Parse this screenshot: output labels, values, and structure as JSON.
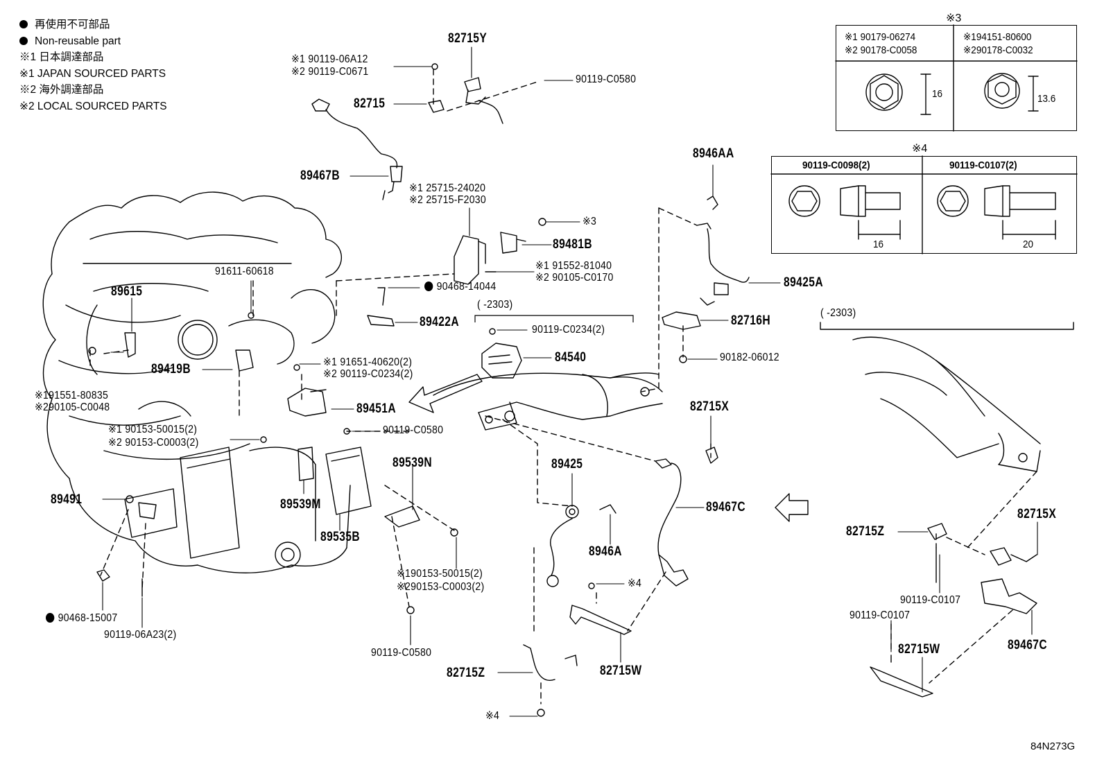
{
  "legend": {
    "non_reusable_jp": "再使用不可部品",
    "non_reusable_en": "Non-reusable part",
    "jp_sourced_jp": "※1 日本調達部品",
    "jp_sourced_en": "※1 JAPAN SOURCED PARTS",
    "local_sourced_jp": "※2 海外調達部品",
    "local_sourced_en": "※2 LOCAL SOURCED PARTS"
  },
  "ref3": {
    "title": "※3",
    "left": {
      "line1": "※1 90179-06274",
      "line2": "※2 90178-C0058",
      "dim": "16"
    },
    "right": {
      "line1": "※194151-80600",
      "line2": "※290178-C0032",
      "dim": "13.6"
    }
  },
  "ref4": {
    "title": "※4",
    "left": {
      "part": "90119-C0098(2)",
      "dim": "16"
    },
    "right": {
      "part": "90119-C0107(2)",
      "dim": "20"
    }
  },
  "dates": {
    "left": "(      -2303)",
    "right": "(      -2303)"
  },
  "labels": {
    "p82715Y": "82715Y",
    "p90119_06A12": "※1 90119-06A12",
    "p90119_C0671": "※2 90119-C0671",
    "p90119_C0580_top": "90119-C0580",
    "p82715": "82715",
    "p89467B": "89467B",
    "p25715_24020": "※1 25715-24020",
    "p25715_F2030": "※2 25715-F2030",
    "ref3_mark": "※3",
    "p89481B": "89481B",
    "p91552_81040": "※1 91552-81040",
    "p90105_C0170": "※2 90105-C0170",
    "p91611_60618": "91611-60618",
    "p90468_14044": "90468-14044",
    "p89615": "89615",
    "p89422A": "89422A",
    "p90119_C0234_2a": "90119-C0234(2)",
    "p84540": "84540",
    "p89419B": "89419B",
    "p91651_40620": "※1 91651-40620(2)",
    "p90119_C0234_2b": "※2 90119-C0234(2)",
    "p91551_80835": "※191551-80835",
    "p90105_C0048": "※290105-C0048",
    "p89451A": "89451A",
    "p90153_50015a": "※1 90153-50015(2)",
    "p90153_C0003a": "※2 90153-C0003(2)",
    "p90119_C0580_mid": "90119-C0580",
    "p89539N": "89539N",
    "p89491": "89491",
    "p89539M": "89539M",
    "p89535B": "89535B",
    "p90153_50015b": "※190153-50015(2)",
    "p90153_C0003b": "※290153-C0003(2)",
    "p90119_C0580_bot": "90119-C0580",
    "p90468_15007": "90468-15007",
    "p90119_06A23": "90119-06A23(2)",
    "p8946AA": "8946AA",
    "p89425A": "89425A",
    "p82716H": "82716H",
    "p90182_06012": "90182-06012",
    "p82715X_mid": "82715X",
    "p89425": "89425",
    "p89467C_mid": "89467C",
    "p8946A": "8946A",
    "ref4_mark_a": "※4",
    "p82715W_mid": "82715W",
    "p82715Z_bot": "82715Z",
    "ref4_mark_b": "※4",
    "p82715Z_right": "82715Z",
    "p82715X_right": "82715X",
    "p90119_C0107a": "90119-C0107",
    "p90119_C0107b": "90119-C0107",
    "p82715W_right": "82715W",
    "p89467C_right": "89467C"
  },
  "diagram_code": "84N273G",
  "icons": {
    "bullet": "filled-circle",
    "arrow": "hollow-arrow-left"
  }
}
